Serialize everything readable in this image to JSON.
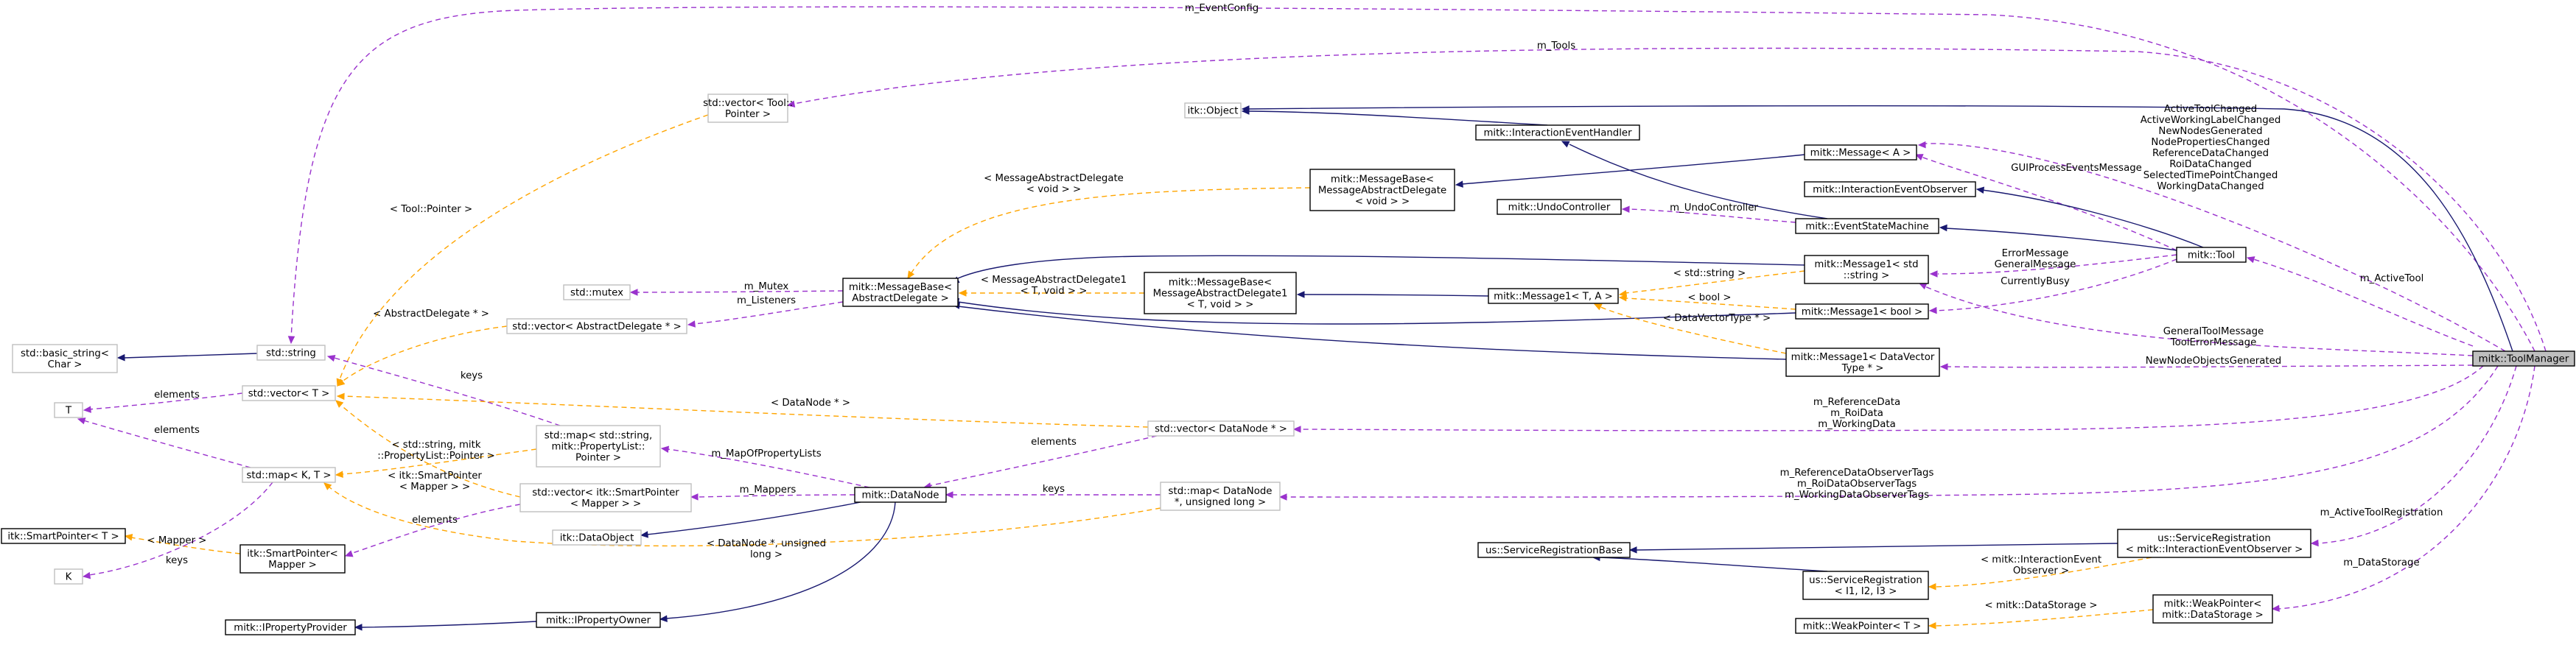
{
  "nodes": [
    {
      "id": "toolmanager",
      "style": "focus",
      "lines": [
        "mitk::ToolManager"
      ]
    },
    {
      "id": "tool",
      "style": "solid",
      "lines": [
        "mitk::Tool"
      ]
    },
    {
      "id": "itkobject",
      "style": "grey",
      "lines": [
        "itk::Object"
      ]
    },
    {
      "id": "interactioneventhandler",
      "style": "solid",
      "lines": [
        "mitk::InteractionEventHandler"
      ]
    },
    {
      "id": "message_a",
      "style": "solid",
      "lines": [
        "mitk::Message< A >"
      ]
    },
    {
      "id": "interactioneventobserver",
      "style": "solid",
      "lines": [
        "mitk::InteractionEventObserver"
      ]
    },
    {
      "id": "undocontroller",
      "style": "solid",
      "lines": [
        "mitk::UndoController"
      ]
    },
    {
      "id": "eventstatemachine",
      "style": "solid",
      "lines": [
        "mitk::EventStateMachine"
      ]
    },
    {
      "id": "messagebase_mad",
      "style": "solid",
      "lines": [
        "mitk::MessageBase<",
        "MessageAbstractDelegate",
        "< void > >"
      ]
    },
    {
      "id": "message1_string",
      "style": "solid",
      "lines": [
        "mitk::Message1< std",
        "::string >"
      ]
    },
    {
      "id": "message1_bool",
      "style": "solid",
      "lines": [
        "mitk::Message1< bool >"
      ]
    },
    {
      "id": "message1_datavector",
      "style": "solid",
      "lines": [
        "mitk::Message1< DataVector",
        "Type * >"
      ]
    },
    {
      "id": "message1_ta",
      "style": "solid",
      "lines": [
        "mitk::Message1< T, A >"
      ]
    },
    {
      "id": "messagebase_mad1",
      "style": "solid",
      "lines": [
        "mitk::MessageBase<",
        "MessageAbstractDelegate1",
        "< T, void > >"
      ]
    },
    {
      "id": "messagebase_ad",
      "style": "solid",
      "lines": [
        "mitk::MessageBase<",
        "AbstractDelegate >"
      ]
    },
    {
      "id": "vector_toolpointer",
      "style": "grey",
      "lines": [
        "std::vector< Tool::",
        "Pointer >"
      ]
    },
    {
      "id": "stdmutex",
      "style": "grey",
      "lines": [
        "std::mutex"
      ]
    },
    {
      "id": "vector_abstractdelegate",
      "style": "grey",
      "lines": [
        "std::vector< AbstractDelegate * >"
      ]
    },
    {
      "id": "basic_string",
      "style": "grey",
      "lines": [
        "std::basic_string<",
        "Char >"
      ]
    },
    {
      "id": "stdstring",
      "style": "grey",
      "lines": [
        "std::string"
      ]
    },
    {
      "id": "vector_t",
      "style": "grey",
      "lines": [
        "std::vector< T >"
      ]
    },
    {
      "id": "t",
      "style": "grey",
      "lines": [
        "T"
      ]
    },
    {
      "id": "map_kt",
      "style": "grey",
      "lines": [
        "std::map< K, T >"
      ]
    },
    {
      "id": "smartpointer_t",
      "style": "solid",
      "lines": [
        "itk::SmartPointer< T >"
      ]
    },
    {
      "id": "smartpointer_mapper",
      "style": "solid",
      "lines": [
        "itk::SmartPointer<",
        "Mapper >"
      ]
    },
    {
      "id": "k",
      "style": "grey",
      "lines": [
        "K"
      ]
    },
    {
      "id": "ipropertyprovider",
      "style": "solid",
      "lines": [
        "mitk::IPropertyProvider"
      ]
    },
    {
      "id": "map_string_proplist",
      "style": "grey",
      "lines": [
        "std::map< std::string,",
        "mitk::PropertyList::",
        "Pointer >"
      ]
    },
    {
      "id": "vector_smartpointer_mapper",
      "style": "grey",
      "lines": [
        "std::vector< itk::SmartPointer",
        "< Mapper > >"
      ]
    },
    {
      "id": "itkdataobject",
      "style": "grey",
      "lines": [
        "itk::DataObject"
      ]
    },
    {
      "id": "ipropertyowner",
      "style": "solid",
      "lines": [
        "mitk::IPropertyOwner"
      ]
    },
    {
      "id": "datanode",
      "style": "solid",
      "lines": [
        "mitk::DataNode"
      ]
    },
    {
      "id": "vector_datanode",
      "style": "grey",
      "lines": [
        "std::vector< DataNode * >"
      ]
    },
    {
      "id": "map_datanode_ulong",
      "style": "grey",
      "lines": [
        "std::map< DataNode",
        "*, unsigned long >"
      ]
    },
    {
      "id": "servicereg_base",
      "style": "solid",
      "lines": [
        "us::ServiceRegistrationBase"
      ]
    },
    {
      "id": "servicereg_i",
      "style": "solid",
      "lines": [
        "us::ServiceRegistration",
        "< I1, I2, I3 >"
      ]
    },
    {
      "id": "servicereg_ieo",
      "style": "solid",
      "lines": [
        "us::ServiceRegistration",
        "< mitk::InteractionEventObserver >"
      ]
    },
    {
      "id": "weakpointer_t",
      "style": "solid",
      "lines": [
        "mitk::WeakPointer< T >"
      ]
    },
    {
      "id": "weakpointer_ds",
      "style": "solid",
      "lines": [
        "mitk::WeakPointer<",
        "mitk::DataStorage >"
      ]
    }
  ],
  "edges": [
    {
      "id": "e_eventconfig",
      "type": "use",
      "label": [
        "m_EventConfig"
      ]
    },
    {
      "id": "e_tools",
      "type": "use",
      "label": [
        "m_Tools"
      ]
    },
    {
      "id": "e_itkobject_tm",
      "type": "inh",
      "label": []
    },
    {
      "id": "e_activetool",
      "type": "use",
      "label": [
        "m_ActiveTool"
      ]
    },
    {
      "id": "e_tool_messages",
      "type": "use",
      "label": [
        "ActiveToolChanged",
        "ActiveWorkingLabelChanged",
        "NewNodesGenerated",
        "NodePropertiesChanged",
        "ReferenceDataChanged",
        "RoiDataChanged",
        "SelectedTimePointChanged",
        "WorkingDataChanged"
      ]
    },
    {
      "id": "e_guiprocess",
      "type": "use",
      "label": [
        "GUIProcessEventsMessage"
      ]
    },
    {
      "id": "e_errormsg",
      "type": "use",
      "label": [
        "ErrorMessage",
        "GeneralMessage"
      ]
    },
    {
      "id": "e_currentlybusy",
      "type": "use",
      "label": [
        "CurrentlyBusy"
      ]
    },
    {
      "id": "e_tm_toolerror",
      "type": "use",
      "label": [
        "GeneralToolMessage",
        "ToolErrorMessage"
      ]
    },
    {
      "id": "e_newnodes",
      "type": "use",
      "label": [
        "NewNodeObjectsGenerated"
      ]
    },
    {
      "id": "e_ieo_tool",
      "type": "inh",
      "label": []
    },
    {
      "id": "e_esm_tool",
      "type": "inh",
      "label": []
    },
    {
      "id": "e_ieh_esm",
      "type": "inh",
      "label": []
    },
    {
      "id": "e_obj_ieh",
      "type": "inh",
      "label": []
    },
    {
      "id": "e_undo",
      "type": "use",
      "label": [
        "m_UndoController"
      ]
    },
    {
      "id": "e_msga_mbmad",
      "type": "inh",
      "label": []
    },
    {
      "id": "e_mbmad_tpl",
      "type": "tpl",
      "label": [
        "< MessageAbstractDelegate",
        "< void > >"
      ]
    },
    {
      "id": "e_m1s_ad",
      "type": "inh",
      "label": []
    },
    {
      "id": "e_m1b_ad",
      "type": "inh",
      "label": []
    },
    {
      "id": "e_m1dv_ad",
      "type": "inh",
      "label": []
    },
    {
      "id": "e_tpl_string",
      "type": "tpl",
      "label": [
        "< std::string >"
      ]
    },
    {
      "id": "e_tpl_bool",
      "type": "tpl",
      "label": [
        "< bool >"
      ]
    },
    {
      "id": "e_tpl_datavector",
      "type": "tpl",
      "label": [
        "< DataVectorType * >"
      ]
    },
    {
      "id": "e_mbmad1_m1ta",
      "type": "inh",
      "label": []
    },
    {
      "id": "e_mbmad1_tpl",
      "type": "tpl",
      "label": [
        "< MessageAbstractDelegate1",
        "< T, void > >"
      ]
    },
    {
      "id": "e_mutex",
      "type": "use",
      "label": [
        "m_Mutex"
      ]
    },
    {
      "id": "e_listeners",
      "type": "use",
      "label": [
        "m_Listeners"
      ]
    },
    {
      "id": "e_tpl_abstractdelegate",
      "type": "tpl",
      "label": [
        "< AbstractDelegate * >"
      ]
    },
    {
      "id": "e_tpl_toolpointer",
      "type": "tpl",
      "label": [
        "< Tool::Pointer >"
      ]
    },
    {
      "id": "e_basicstring",
      "type": "inh",
      "label": []
    },
    {
      "id": "e_keys_string",
      "type": "use",
      "label": [
        "keys"
      ]
    },
    {
      "id": "e_vt_elements",
      "type": "use",
      "label": [
        "elements"
      ]
    },
    {
      "id": "e_map_elements",
      "type": "use",
      "label": [
        "elements"
      ]
    },
    {
      "id": "e_tpl_datanode",
      "type": "tpl",
      "label": [
        "< DataNode * >"
      ]
    },
    {
      "id": "e_tpl_stringmitk",
      "type": "tpl",
      "label": [
        "< std::string, mitk",
        "::PropertyList::Pointer >"
      ]
    },
    {
      "id": "e_tpl_smartmapper",
      "type": "tpl",
      "label": [
        "< itk::SmartPointer",
        "< Mapper > >"
      ]
    },
    {
      "id": "e_tpl_datanode_ulong",
      "type": "tpl",
      "label": [
        "< DataNode *, unsigned",
        "long >"
      ]
    },
    {
      "id": "e_tpl_mapper",
      "type": "tpl",
      "label": [
        "< Mapper >"
      ]
    },
    {
      "id": "e_keys_k",
      "type": "use",
      "label": [
        "keys"
      ]
    },
    {
      "id": "e_sm_elements",
      "type": "use",
      "label": [
        "elements"
      ]
    },
    {
      "id": "e_mappers",
      "type": "use",
      "label": [
        "m_Mappers"
      ]
    },
    {
      "id": "e_mapofproplists",
      "type": "use",
      "label": [
        "m_MapOfPropertyLists"
      ]
    },
    {
      "id": "e_dataobject",
      "type": "inh",
      "label": []
    },
    {
      "id": "e_propowner",
      "type": "inh",
      "label": []
    },
    {
      "id": "e_propprovider",
      "type": "inh",
      "label": []
    },
    {
      "id": "e_vdn_elements",
      "type": "use",
      "label": [
        "elements"
      ]
    },
    {
      "id": "e_mdn_keys",
      "type": "use",
      "label": [
        "keys"
      ]
    },
    {
      "id": "e_refdata",
      "type": "use",
      "label": [
        "m_ReferenceData",
        "m_RoiData",
        "m_WorkingData"
      ]
    },
    {
      "id": "e_observertags",
      "type": "use",
      "label": [
        "m_ReferenceDataObserverTags",
        "m_RoiDataObserverTags",
        "m_WorkingDataObserverTags"
      ]
    },
    {
      "id": "e_activetoolreg",
      "type": "use",
      "label": [
        "m_ActiveToolRegistration"
      ]
    },
    {
      "id": "e_srbase_ieo",
      "type": "inh",
      "label": []
    },
    {
      "id": "e_srbase_i",
      "type": "inh",
      "label": []
    },
    {
      "id": "e_tpl_ieo",
      "type": "tpl",
      "label": [
        "< mitk::InteractionEvent",
        "Observer >"
      ]
    },
    {
      "id": "e_datastorage",
      "type": "use",
      "label": [
        "m_DataStorage"
      ]
    },
    {
      "id": "e_tpl_datastorage",
      "type": "tpl",
      "label": [
        "< mitk::DataStorage >"
      ]
    }
  ]
}
